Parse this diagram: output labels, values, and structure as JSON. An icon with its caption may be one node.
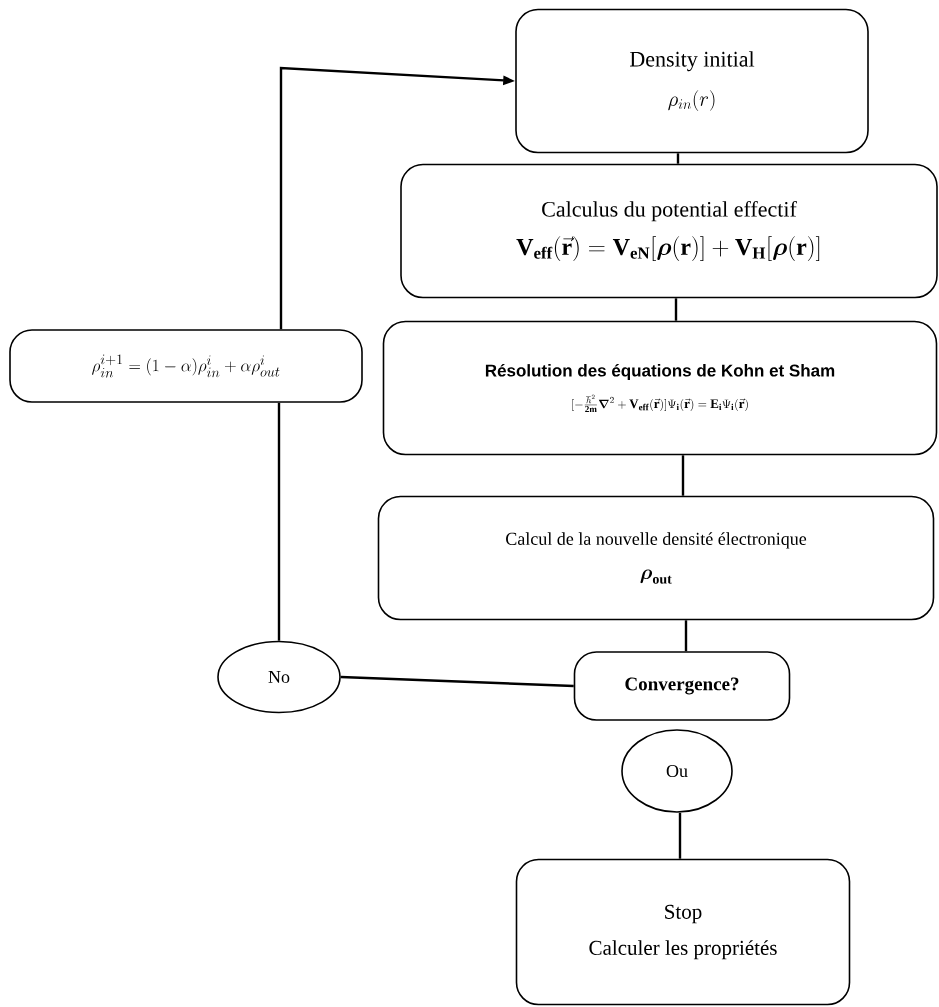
{
  "diagram": {
    "nodes": [
      {
        "text": [
          "Density initial",
          "\\rho_{in}(r)"
        ]
      },
      {
        "text": [
          "Calculus du potential effectif",
          "\\mathbf{V_{eff}}(\\vec{\\mathbf{r}}) = \\mathbf{V_{eN}}[\\boldsymbol{\\rho}(\\mathbf{r})] + \\mathbf{V_{H}}[\\boldsymbol{\\rho}(\\mathbf{r})]"
        ]
      },
      {
        "text": [
          "Résolution des équations de Kohn et Sham",
          "[-\\frac{\\hbar^{2}}{\\mathbf{2m}}\\boldsymbol{\\nabla}^{2} + \\mathbf{V_{eff}}(\\vec{\\mathbf{r}})]\\Psi_{\\mathbf{i}}(\\vec{\\mathbf{r}}) = \\mathbf{E_{i}}\\Psi_{\\mathbf{i}}(\\vec{\\mathbf{r}})"
        ]
      },
      {
        "text": [
          "\\rho_{in}^{i+1} = (1-\\alpha)\\rho_{in}^{i} + \\alpha\\rho_{out}^{i}"
        ]
      },
      {
        "text": [
          "Calcul de la nouvelle densité électronique",
          "\\boldsymbol{\\rho}_{\\mathbf{out}}"
        ]
      },
      {
        "text": [
          "No"
        ]
      },
      {
        "text": [
          "Convergence?"
        ]
      },
      {
        "text": [
          "Ou"
        ]
      },
      {
        "text": [
          "Stop",
          "Calculer les propriétés"
        ]
      }
    ],
    "edges": [
      {
        "from": 0,
        "to": 1,
        "arrow": "none"
      },
      {
        "from": 1,
        "to": 2,
        "arrow": "none"
      },
      {
        "from": 2,
        "to": 4,
        "arrow": "none"
      },
      {
        "from": 4,
        "to": 6,
        "arrow": "none"
      },
      {
        "from": 6,
        "to": 5,
        "arrow": "none"
      },
      {
        "from": 5,
        "to": 3,
        "arrow": "none"
      },
      {
        "from": 3,
        "to": 0,
        "arrow": "to"
      },
      {
        "from": 7,
        "to": 8,
        "arrow": "none"
      }
    ]
  }
}
